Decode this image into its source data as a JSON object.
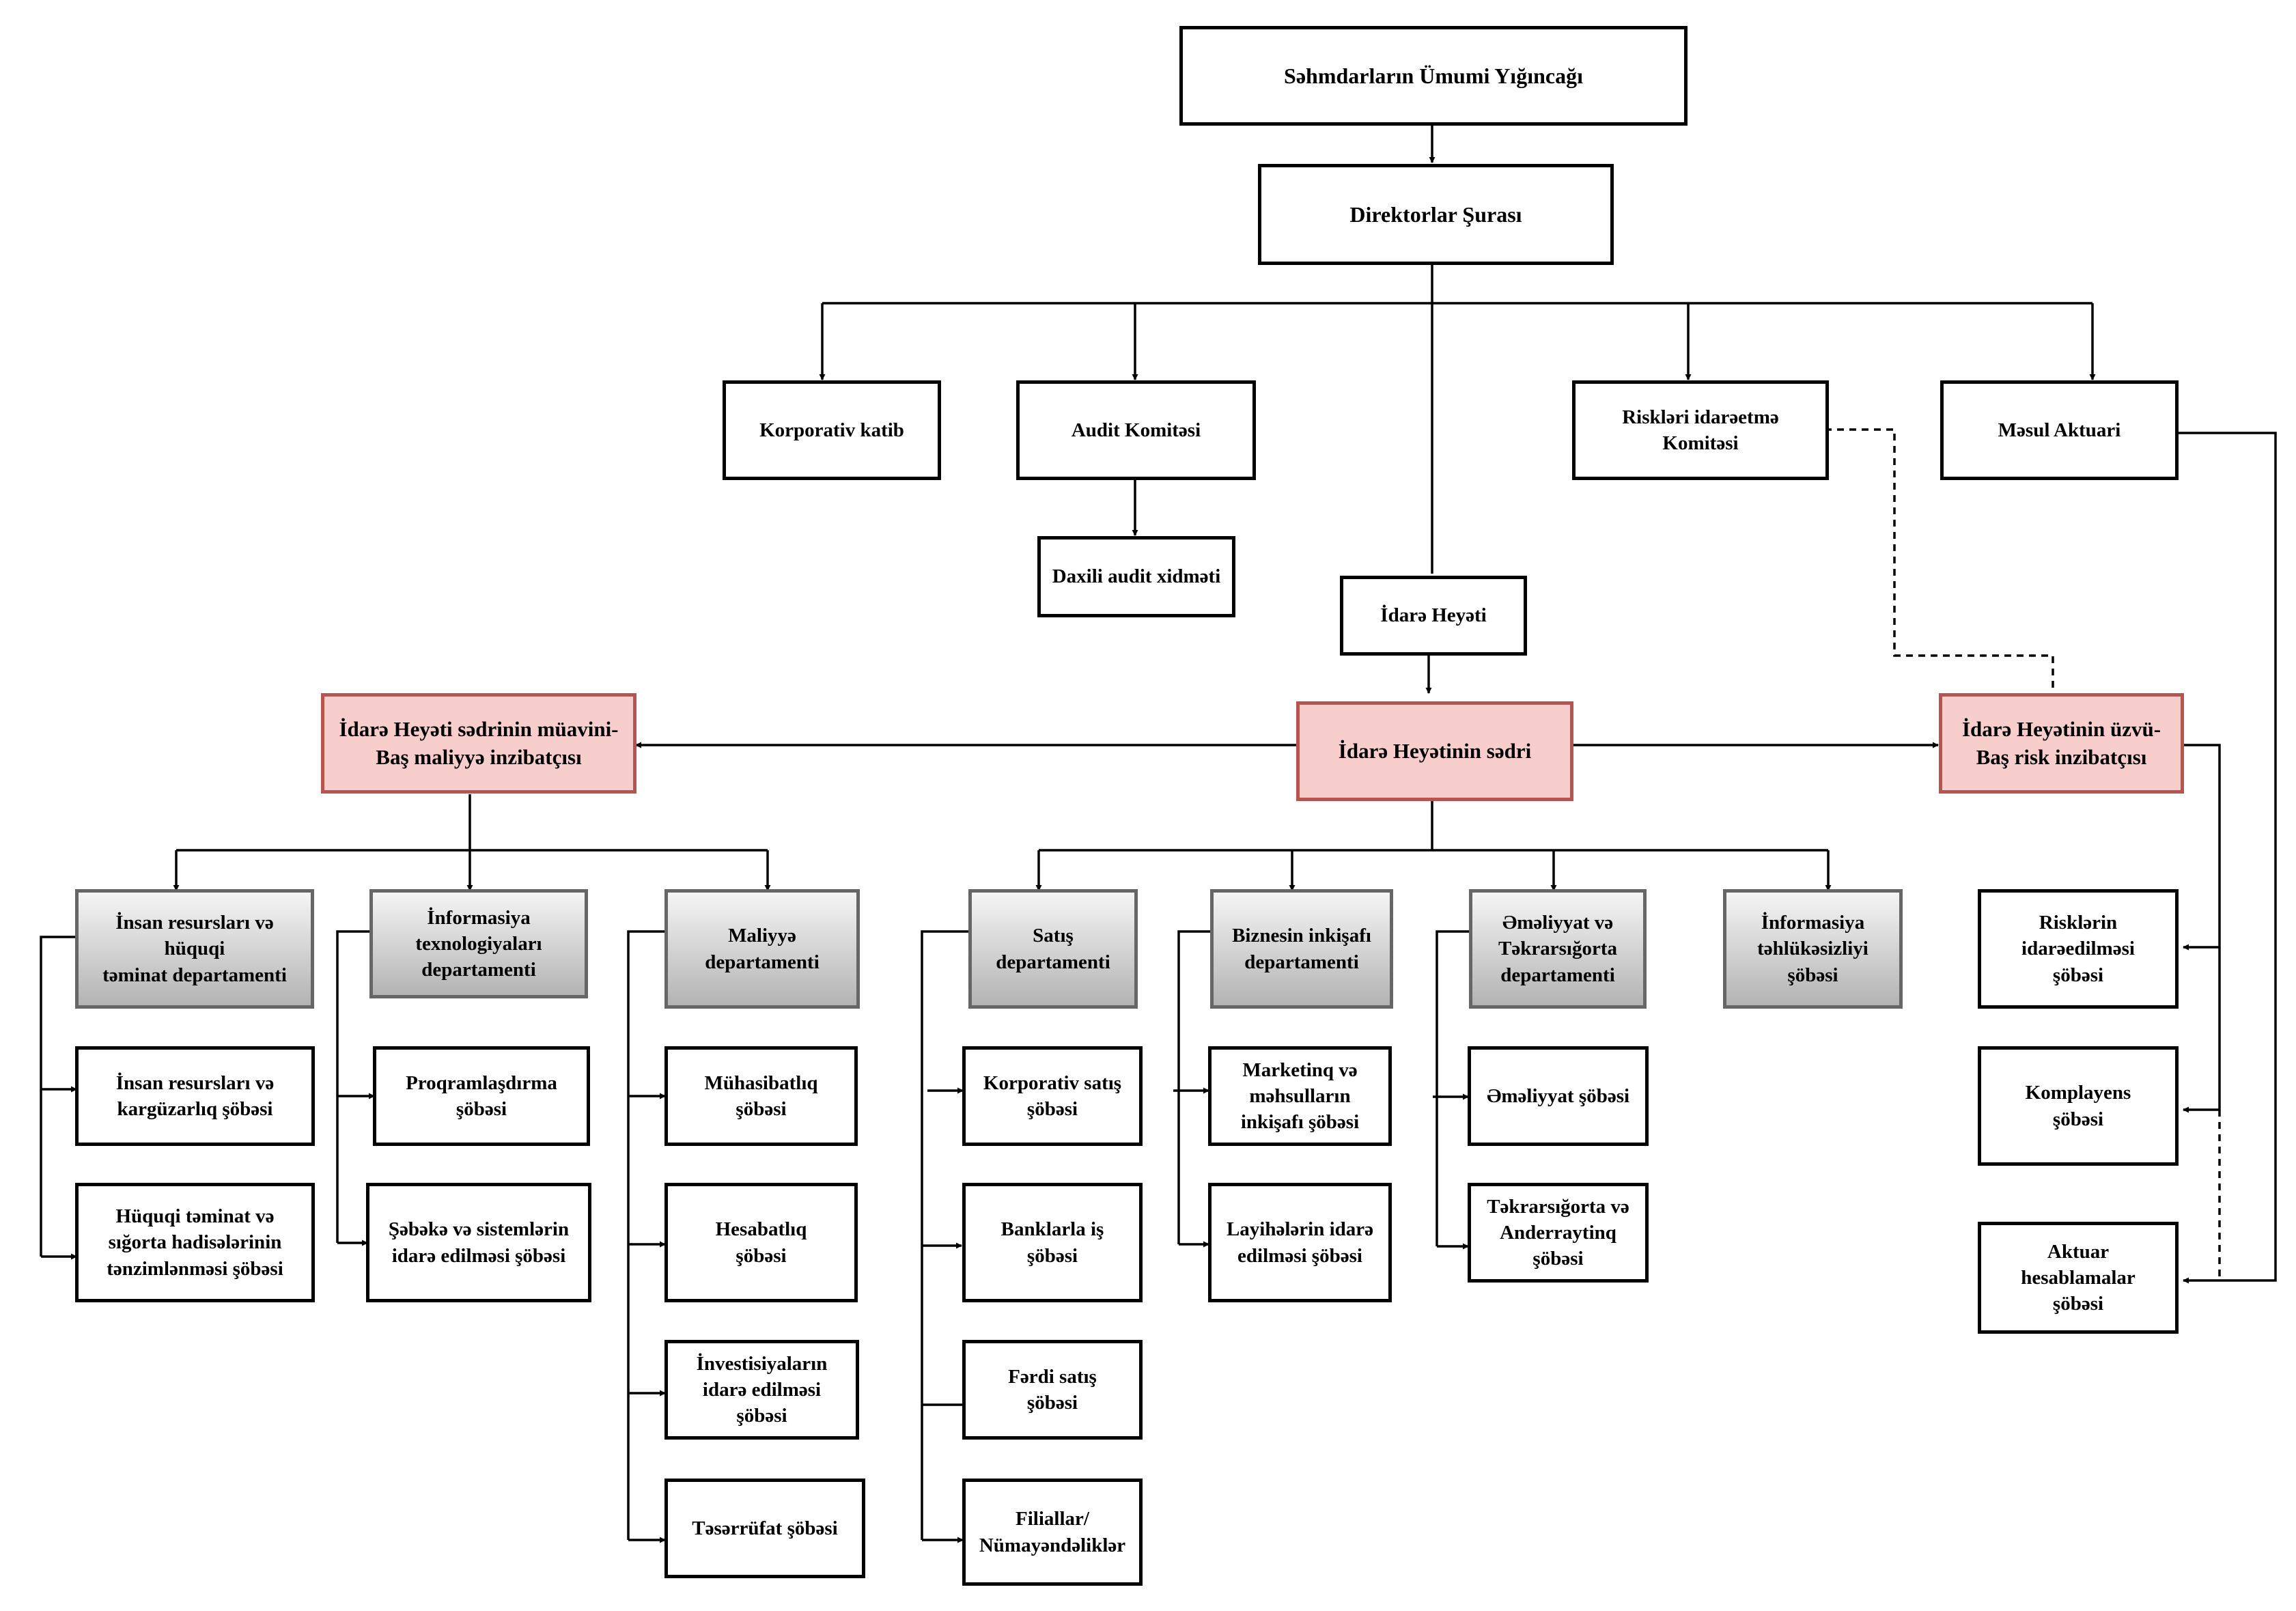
{
  "diagram": {
    "type": "organizational-chart",
    "colors": {
      "line": "#000000",
      "executive_fill": "#f8cecc",
      "executive_border": "#b85450",
      "department_fill_top": "#f5f5f5",
      "department_fill_bottom": "#b3b3b3",
      "department_border": "#666666"
    },
    "nodes": {
      "shareholders": "Səhmdarların Ümumi Yığıncağı",
      "board_of_directors": "Direktorlar Şurası",
      "corporate_secretary": "Korporativ katib",
      "audit_committee": "Audit Komitəsi",
      "internal_audit": "Daxili audit xidməti",
      "risk_committee": "Riskləri idarəetmə\nKomitəsi",
      "responsible_actuary": "Məsul Aktuari",
      "management_board": "İdarə Heyəti",
      "chairman": "İdarə Heyətinin sədri",
      "deputy_cfo": "İdarə Heyəti sədrinin müavini-\nBaş maliyyə inzibatçısı",
      "cro": "İdarə Heyətinin üzvü-\nBaş risk inzibatçısı",
      "hr_legal_dept": "İnsan resursları və\nhüquqi\ntəminat departamenti",
      "hr_office": "İnsan resursları və\nkargüzarlıq şöbəsi",
      "legal_claims": "Hüquqi təminat və\nsığorta hadisələrinin\ntənzimlənməsi şöbəsi",
      "it_dept": "İnformasiya\ntexnologiyaları\ndepartamenti",
      "programming": "Proqramlaşdırma\nşöbəsi",
      "network_systems": "Şəbəkə və sistemlərin\nidarə edilməsi şöbəsi",
      "finance_dept": "Maliyyə\ndepartamenti",
      "accounting": "Mühasibatlıq\nşöbəsi",
      "reporting": "Hesabatlıq\nşöbəsi",
      "investments": "İnvestisiyaların\nidarə edilməsi\nşöbəsi",
      "household": "Təsərrüfat şöbəsi",
      "sales_dept": "Satış\ndepartamenti",
      "corporate_sales": "Korporativ satış\nşöbəsi",
      "bank_relations": "Banklarla iş\nşöbəsi",
      "retail_sales": "Fərdi satış\nşöbəsi",
      "branches": "Filiallar/\nNümayəndəliklər",
      "bizdev_dept": "Biznesin inkişafı\ndepartamenti",
      "marketing": "Marketinq və\nməhsulların\ninkişafı şöbəsi",
      "projects": "Layihələrin idarə\nedilməsi şöbəsi",
      "operations_dept": "Əməliyyat və\nTəkrarsığorta\ndepartamenti",
      "operations": "Əməliyyat şöbəsi",
      "reinsurance": "Təkrarsığorta və\nAnderraytinq\nşöbəsi",
      "infosec": "İnformasiya\ntəhlükəsizliyi\nşöbəsi",
      "risk_management": "Risklərin\nidarəedilməsi\nşöbəsi",
      "compliance": "Komplayens\nşöbəsi",
      "actuarial": "Aktuar\nhesablamalar\nşöbəsi"
    }
  }
}
